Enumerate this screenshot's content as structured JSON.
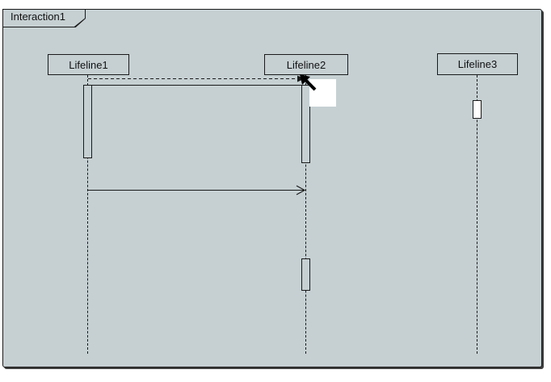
{
  "frame": {
    "title": "Interaction1"
  },
  "lifelines": [
    {
      "label": "Lifeline1"
    },
    {
      "label": "Lifeline2"
    },
    {
      "label": "Lifeline3"
    }
  ],
  "diagram": {
    "type": "uml-sequence",
    "messages": [
      {
        "from": "Lifeline1",
        "to": "Lifeline2",
        "line": "dashed",
        "arrowhead": "filled",
        "note": "in-progress message at cursor"
      },
      {
        "from": "Lifeline1",
        "to": "Lifeline2",
        "line": "solid",
        "arrowhead": "none"
      },
      {
        "from": "Lifeline1",
        "to": "Lifeline2",
        "line": "solid",
        "arrowhead": "open-async"
      }
    ],
    "activations": {
      "Lifeline1": 1,
      "Lifeline2": 2,
      "Lifeline3": 1
    }
  },
  "colors": {
    "canvas_bg": "#c6d0d3",
    "outline": "#1a1a1a",
    "page_bg": "#ffffff",
    "drag_box": "#ffffff",
    "cursor": "#000000"
  }
}
